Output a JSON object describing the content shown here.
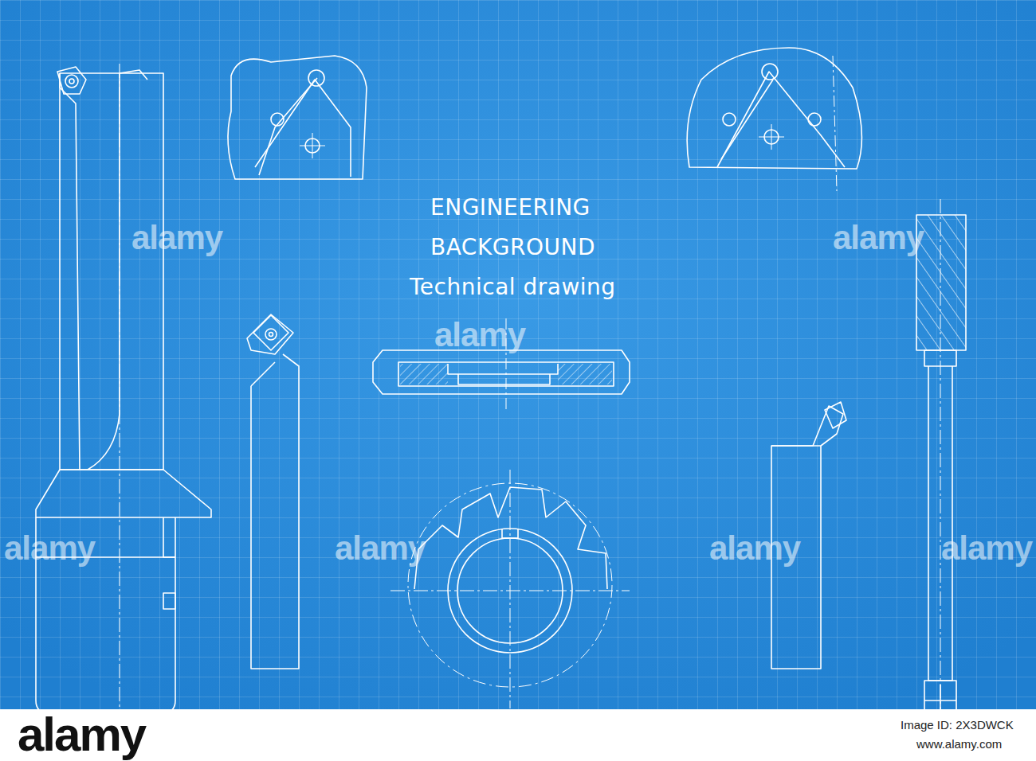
{
  "diagram": {
    "labels": [
      "ENGINEERING",
      "BACKGROUND",
      "Technical drawing",
      "alamy",
      "alamy",
      "alamy",
      "alamy",
      "alamy",
      "alamy",
      "alamy",
      "alamy",
      "Image ID: 2X3DWCK",
      "www.alamy.com"
    ]
  }
}
